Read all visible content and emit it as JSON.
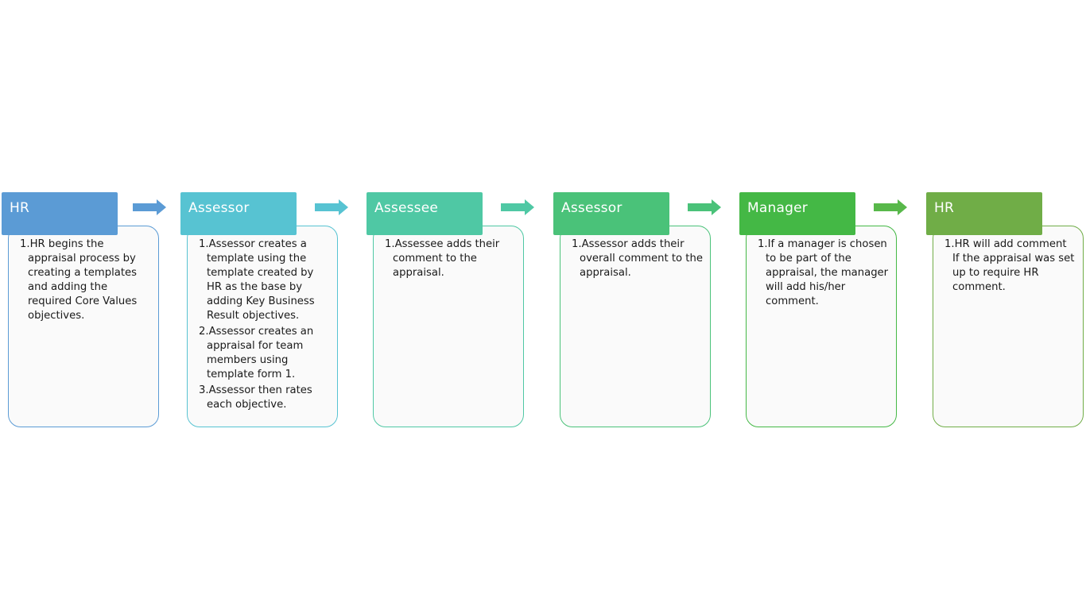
{
  "stages": [
    {
      "title": "HR",
      "color": "#5b9bd5",
      "items": [
        "1.HR begins the appraisal process by creating a templates and adding the required Core Values objectives."
      ]
    },
    {
      "title": "Assessor",
      "color": "#57c3d2",
      "items": [
        "1.Assessor creates a template using the template created by HR as the base by adding Key Business Result objectives.",
        "2.Assessor creates an appraisal for team members using template form 1.",
        "3.Assessor then rates each objective."
      ]
    },
    {
      "title": "Assessee",
      "color": "#4fc8a4",
      "items": [
        "1.Assessee adds their comment to the appraisal."
      ]
    },
    {
      "title": "Assessor",
      "color": "#4ac279",
      "items": [
        "1.Assessor adds their overall comment to the appraisal."
      ]
    },
    {
      "title": "Manager",
      "color": "#44b845",
      "items": [
        "1.If a manager is chosen to be part of the appraisal, the manager will add his/her comment."
      ]
    },
    {
      "title": "HR",
      "color": "#70ad47",
      "items": [
        "1.HR will add comment If the appraisal was set up to require HR comment."
      ]
    }
  ],
  "arrows": [
    {
      "color": "#5b9bd5"
    },
    {
      "color": "#57c3d2"
    },
    {
      "color": "#4fc8a4"
    },
    {
      "color": "#4ac279"
    },
    {
      "color": "#58b84a"
    }
  ]
}
